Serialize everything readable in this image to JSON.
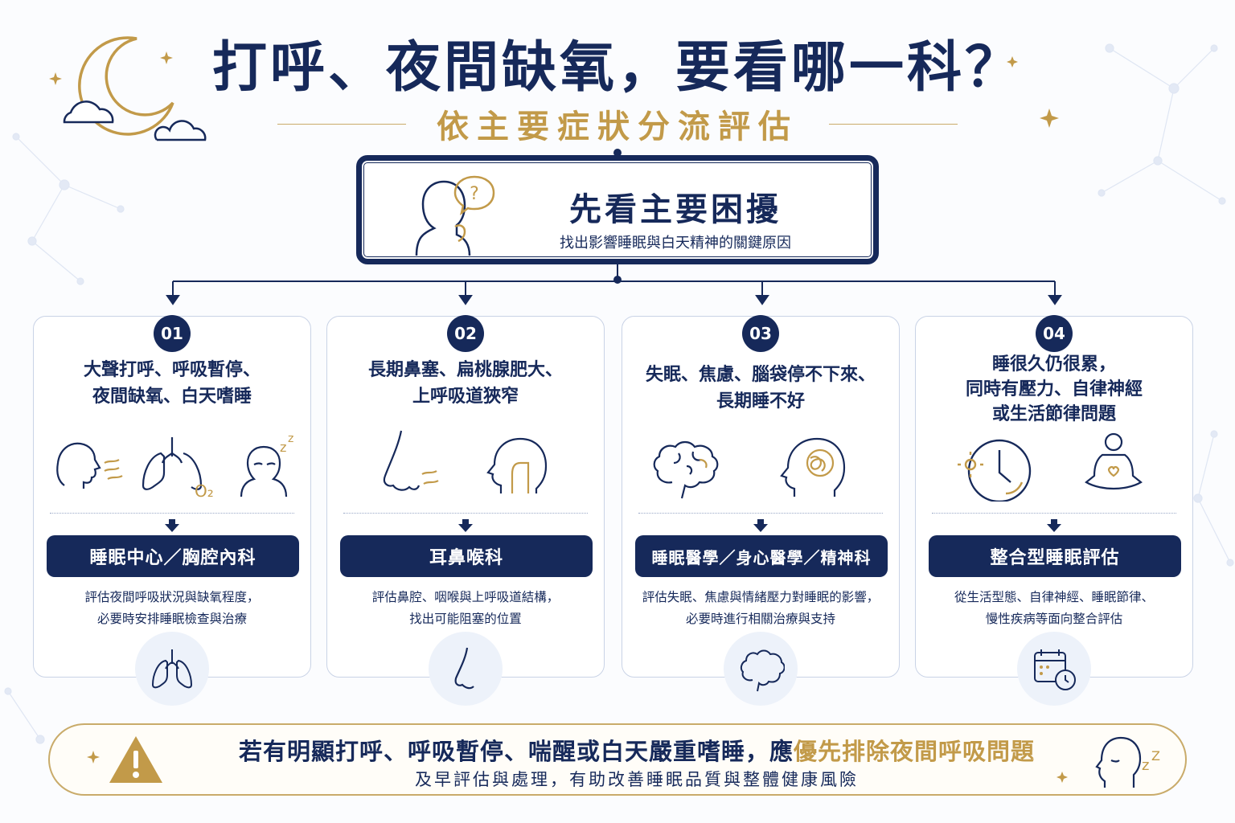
{
  "header": {
    "title": "打呼、夜間缺氧，要看哪一科？",
    "subtitle": "依主要症狀分流評估"
  },
  "main_box": {
    "title": "先看主要困擾",
    "subtitle": "找出影響睡眠與白天精神的關鍵原因",
    "icon": "thinking-person-question-icon"
  },
  "cards": [
    {
      "number": "01",
      "symptom_lines": [
        "大聲打呼、呼吸暫停、",
        "夜間缺氧、白天嗜睡"
      ],
      "icons": [
        "snoring-head-icon",
        "lungs-o2-icon",
        "sleepy-person-icon"
      ],
      "o2_label": "O₂",
      "department": "睡眠中心／胸腔內科",
      "description_lines": [
        "評估夜間呼吸狀況與缺氧程度，",
        "必要時安排睡眠檢查與治療"
      ],
      "bottom_icon": "lungs-icon"
    },
    {
      "number": "02",
      "symptom_lines": [
        "長期鼻塞、扁桃腺肥大、",
        "上呼吸道狹窄"
      ],
      "icons": [
        "nose-airflow-icon",
        "airway-head-icon"
      ],
      "department": "耳鼻喉科",
      "description_lines": [
        "評估鼻腔、咽喉與上呼吸道結構，",
        "找出可能阻塞的位置"
      ],
      "bottom_icon": "nose-icon"
    },
    {
      "number": "03",
      "symptom_lines": [
        "失眠、焦慮、腦袋停不下來、",
        "長期睡不好"
      ],
      "icons": [
        "brain-icon",
        "tangled-mind-head-icon"
      ],
      "department": "睡眠醫學／身心醫學／精神科",
      "description_lines": [
        "評估失眠、焦慮與情緒壓力對睡眠的影響，",
        "必要時進行相關治療與支持"
      ],
      "bottom_icon": "brain-icon"
    },
    {
      "number": "04",
      "symptom_lines": [
        "睡很久仍很累，",
        "同時有壓力、自律神經",
        "或生活節律問題"
      ],
      "icons": [
        "clock-cycle-icon",
        "meditation-heart-icon"
      ],
      "department": "整合型睡眠評估",
      "description_lines": [
        "從生活型態、自律神經、睡眠節律、",
        "慢性疾病等面向整合評估"
      ],
      "bottom_icon": "calendar-clock-icon"
    }
  ],
  "bottom_notice": {
    "line1_main": "若有明顯打呼、呼吸暫停、喘醒或白天嚴重嗜睡，應",
    "line1_highlight": "優先排除夜間呼吸問題",
    "line2": "及早評估與處理，有助改善睡眠品質與整體健康風險",
    "icons": [
      "warning-icon",
      "sleeping-head-icon"
    ]
  },
  "colors": {
    "navy": "#16295a",
    "gold": "#c29a49",
    "card_border": "#c9d3e6",
    "background": "#fbfcfe"
  }
}
